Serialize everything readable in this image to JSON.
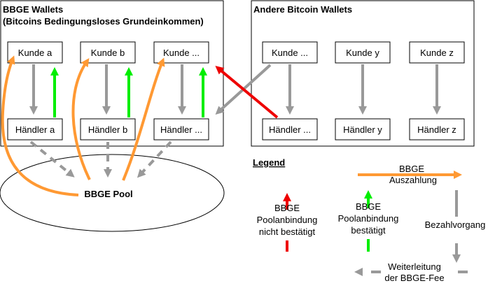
{
  "groups": {
    "bbge_title": "BBGE Wallets",
    "bbge_subtitle": "(Bitcoins Bedingungsloses Grundeinkommen)",
    "other_title": "Andere Bitcoin Wallets"
  },
  "customers": {
    "a": "Kunde a",
    "b": "Kunde b",
    "c": "Kunde ...",
    "d": "Kunde ...",
    "y": "Kunde y",
    "z": "Kunde z"
  },
  "merchants": {
    "a": "Händler a",
    "b": "Händler b",
    "c": "Händler ...",
    "d": "Händler ...",
    "y": "Händler y",
    "z": "Händler z"
  },
  "pool": {
    "label": "BBGE Pool"
  },
  "legend": {
    "title": "Legend",
    "payout_line1": "BBGE",
    "payout_line2": "Auszahlung",
    "unconfirmed_line1": "BBGE",
    "unconfirmed_line2": "Poolanbindung",
    "unconfirmed_line3": "nicht bestätigt",
    "confirmed_line1": "BBGE",
    "confirmed_line2": "Poolanbindung",
    "confirmed_line3": "bestätigt",
    "payment": "Bezahlvorgang",
    "forward_line1": "Weiterleitung",
    "forward_line2": "der BBGE-Fee"
  },
  "colors": {
    "orange": "#ff9933",
    "gray": "#999999",
    "green": "#00ee00",
    "red": "#ee0000"
  }
}
